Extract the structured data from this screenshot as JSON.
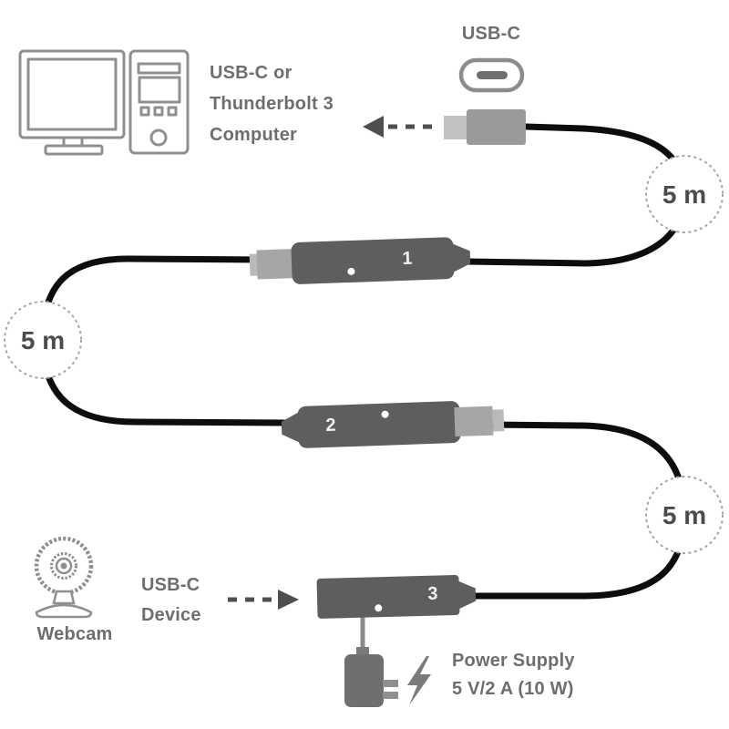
{
  "labels": {
    "usb_c_port": "USB-C",
    "computer": "USB-C or\nThunderbolt 3\nComputer",
    "length_top_right": "5 m",
    "length_left": "5 m",
    "length_bottom_right": "5 m",
    "webcam": "Webcam",
    "usb_c_device": "USB-C\nDevice",
    "power_supply": "Power Supply\n5 V/2 A (10 W)"
  },
  "modules": [
    {
      "number": "1"
    },
    {
      "number": "2"
    },
    {
      "number": "3"
    }
  ],
  "icons": {
    "desktop-computer-icon": "outlined monitor with tower pc",
    "usb-c-connector-icon": "usb-c oval port symbol",
    "usb-c-plug-icon": "gray usb-c cable plug",
    "webcam-icon": "outlined round webcam on stand",
    "power-adapter-icon": "wall power adapter with two prongs",
    "lightning-bolt-icon": "power flash symbol",
    "arrow-to-computer-icon": "dashed arrow pointing left",
    "arrow-to-device-icon": "dashed arrow pointing right"
  },
  "colors": {
    "cable": "#0d0d0d",
    "module_body": "#5e5e5e",
    "connector_gray": "#a6a6a6",
    "plug_body": "#9a9a9a",
    "plug_tip": "#c2c2c2",
    "outline_gray": "#8f8f8f",
    "text_gray": "#6e6e6e",
    "length_text": "#4c4c4c",
    "arrow_gray": "#4f4f4f",
    "adapter_gray": "#6f6f6f"
  }
}
